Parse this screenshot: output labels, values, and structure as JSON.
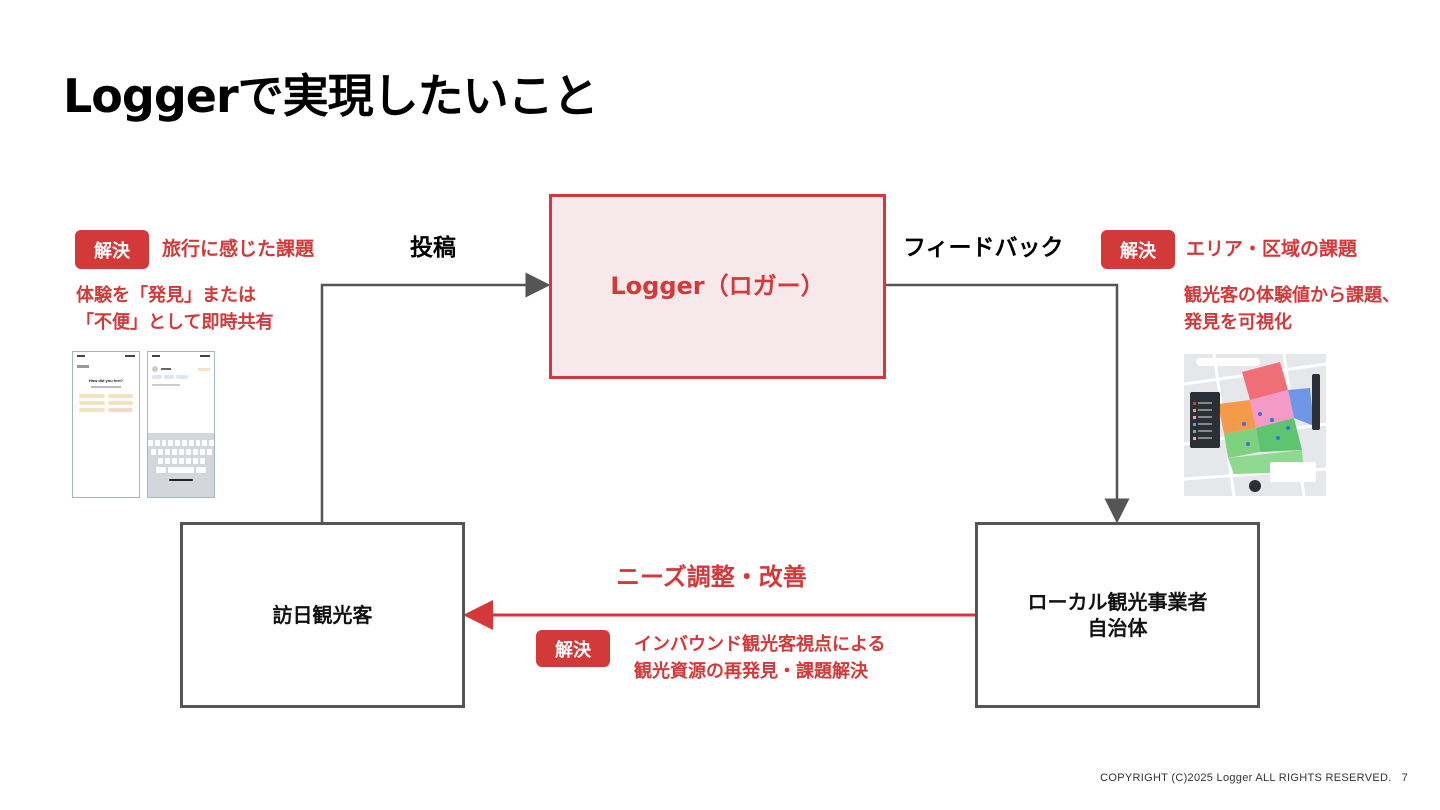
{
  "title": "Loggerで実現したいこと",
  "nodes": {
    "logger": "Logger（ロガー）",
    "visitor": "訪日観光客",
    "local": "ローカル観光事業者\n自治体"
  },
  "edges": {
    "post": "投稿",
    "feedback": "フィードバック",
    "improve": "ニーズ調整・改善"
  },
  "badge_label": "解決",
  "solutions": {
    "left_heading": "旅行に感じた課題",
    "left_body": "体験を「発見」または\n「不便」として即時共有",
    "right_heading": "エリア・区域の課題",
    "right_body": "観光客の体験値から課題、\n発見を可視化",
    "bottom_body": "インバウンド観光客視点による\n観光資源の再発見・課題解決"
  },
  "phone_mockup": {
    "question": "How did you feel?"
  },
  "footer": {
    "copyright": "COPYRIGHT (C)2025 Logger  ALL RIGHTS RESERVED.",
    "page": "7"
  },
  "colors": {
    "accent": "#d4393a",
    "logger_fill": "#f7e8ec",
    "stroke": "#555555"
  }
}
